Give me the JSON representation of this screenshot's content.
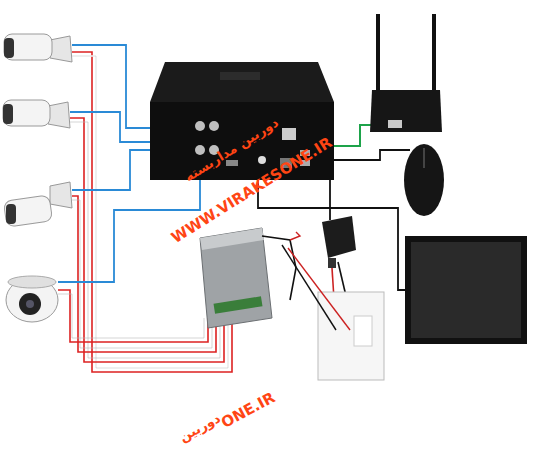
{
  "diagram": {
    "labels": [
      "دوربین مداربسته",
      "WWW.VIRAKESONE.IR",
      "ONE.IR",
      "دوربین"
    ]
  }
}
